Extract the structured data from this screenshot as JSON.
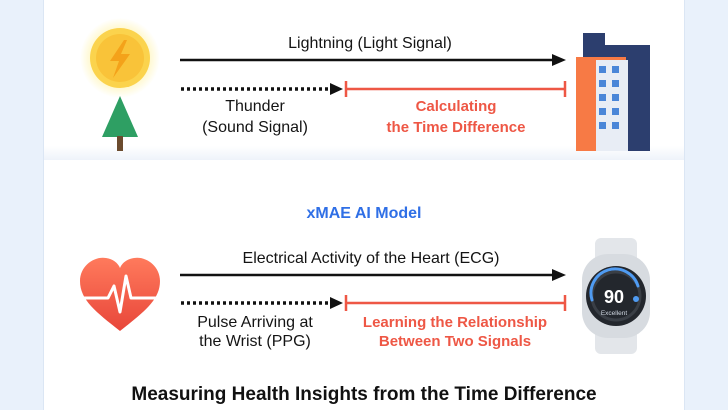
{
  "top": {
    "lightning_label": "Lightning (Light Signal)",
    "thunder_line1": "Thunder",
    "thunder_line2": "(Sound Signal)",
    "calc_line1": "Calculating",
    "calc_line2": "the Time Difference"
  },
  "model_title": "xMAE AI Model",
  "bottom": {
    "ecg_label": "Electrical Activity of the Heart (ECG)",
    "ppg_line1": "Pulse Arriving at",
    "ppg_line2": "the Wrist (PPG)",
    "learn_line1": "Learning the Relationship",
    "learn_line2": "Between Two Signals"
  },
  "watch": {
    "value": "90",
    "status": "Excellent"
  },
  "footer_title": "Measuring Health Insights from the Time Difference",
  "colors": {
    "accent_red": "#ee5745",
    "accent_blue": "#2f6fe6",
    "sun": "#fbd34d",
    "tree": "#2e9f63",
    "building_blue": "#2c3e6e",
    "building_orange": "#f77a45"
  },
  "icons": [
    "sun-lightning-icon",
    "tree-icon",
    "building-icon",
    "heart-pulse-icon",
    "smartwatch-icon"
  ]
}
